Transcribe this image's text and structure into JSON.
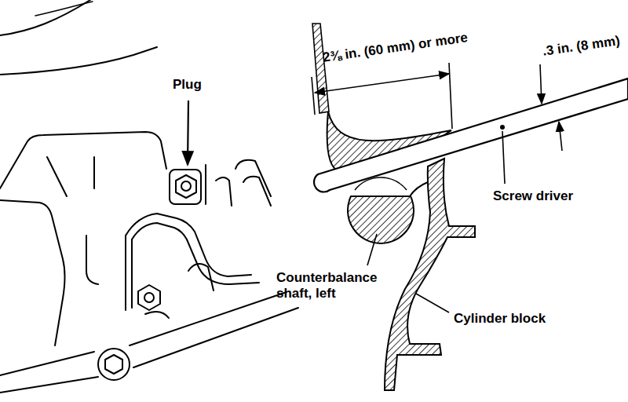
{
  "diagram": {
    "labels": [
      "Plug",
      "2⅜ in. (60 mm) or more",
      ".3 in. (8 mm)",
      "Screw driver",
      "Counterbalance shaft, left",
      "Cylinder block"
    ]
  }
}
